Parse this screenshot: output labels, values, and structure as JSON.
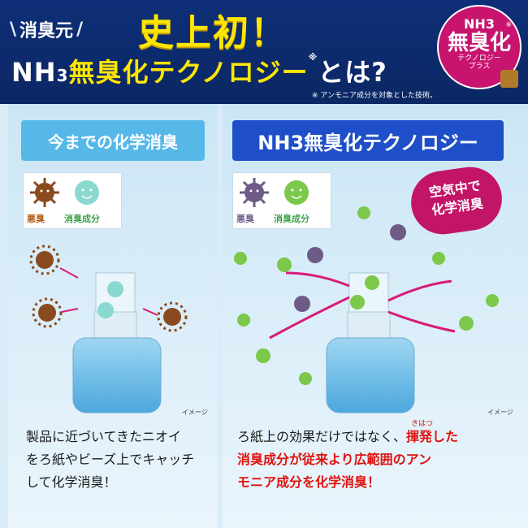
{
  "header": {
    "brand": "消臭元",
    "first": "史上初！",
    "headline_prefix": "NH",
    "headline_sub": "3",
    "headline_main": "無臭化テクノロジー",
    "headline_mark": "※",
    "headline_suffix": "とは?",
    "footnote": "※ アンモニア成分を対象とした技術。",
    "badge_top": "NH3",
    "badge_mark": "※",
    "badge_main": "無臭化",
    "badge_sub1": "テクノロジー",
    "badge_sub2": "プラス"
  },
  "left_panel": {
    "title": "今までの化学消臭",
    "legend_bad": "悪臭",
    "legend_good": "消臭成分",
    "image_note": "イメージ",
    "desc_lines": [
      "製品に近づいてきたニオイ",
      "をろ紙やビーズ上でキャッチ",
      "して化学消臭！"
    ]
  },
  "right_panel": {
    "title": "NH3無臭化テクノロジー",
    "legend_bad": "悪臭",
    "legend_good": "消臭成分",
    "cloud_line1": "空気中で",
    "cloud_line2": "化学消臭",
    "image_note": "イメージ",
    "ruby": "きはつ",
    "desc_line1_plain": "ろ紙上の効果だけではなく、",
    "desc_line1_red": "揮発した",
    "desc_line2": "消臭成分が従来より広範囲のアン",
    "desc_line3": "モニア成分を化学消臭！"
  },
  "colors": {
    "header_bg": "#0e2f78",
    "yellow": "#ffe600",
    "badge": "#c8146f",
    "left_title": "#56b8e8",
    "right_title": "#1f4fc8",
    "accent_red": "#e0120e",
    "odor_brown": "#8a4a1f",
    "odor_purple": "#6e5a86",
    "deodorant_green": "#7cc84a"
  }
}
